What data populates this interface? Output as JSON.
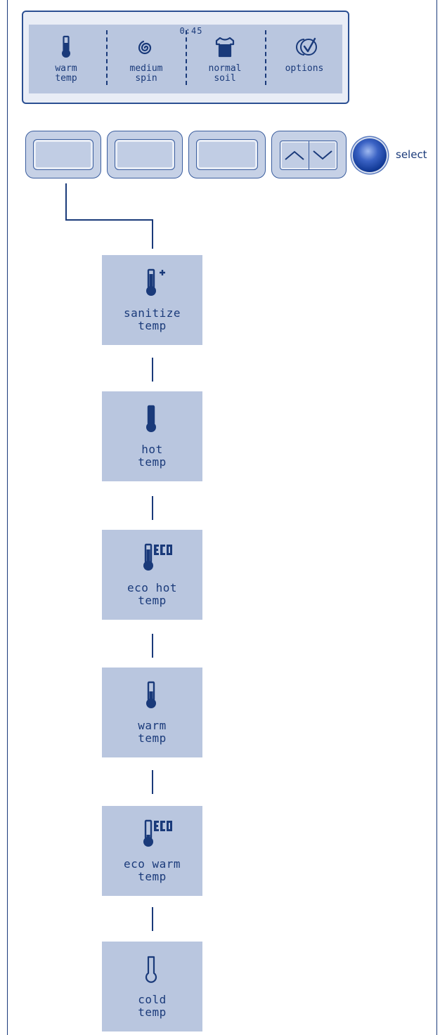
{
  "display": {
    "time": "0:45",
    "items": [
      {
        "icon": "thermometer-icon",
        "line1": "warm",
        "line2": "temp"
      },
      {
        "icon": "spin-spiral-icon",
        "line1": "medium",
        "line2": "spin"
      },
      {
        "icon": "shirt-icon",
        "line1": "normal",
        "line2": "soil"
      },
      {
        "icon": "options-check-icon",
        "line1": "",
        "line2": "options"
      }
    ]
  },
  "controls": {
    "select_label": "select",
    "arrow_icons": [
      "up-arrow-icon",
      "down-arrow-icon"
    ]
  },
  "temperatures": [
    {
      "icon": "thermometer-plus-icon",
      "line1": "sanitize",
      "line2": "temp"
    },
    {
      "icon": "thermometer-full-icon",
      "line1": "hot",
      "line2": "temp"
    },
    {
      "icon": "thermometer-eco-hot-icon",
      "line1": "eco hot",
      "line2": "temp",
      "badge": "ECO"
    },
    {
      "icon": "thermometer-warm-icon",
      "line1": "warm",
      "line2": "temp"
    },
    {
      "icon": "thermometer-eco-warm-icon",
      "line1": "eco warm",
      "line2": "temp",
      "badge": "ECO"
    },
    {
      "icon": "thermometer-empty-icon",
      "line1": "cold",
      "line2": "temp"
    }
  ],
  "colors": {
    "ink": "#1a3a7a",
    "panel": "#b9c6df",
    "knob": "#1a4aa8"
  }
}
